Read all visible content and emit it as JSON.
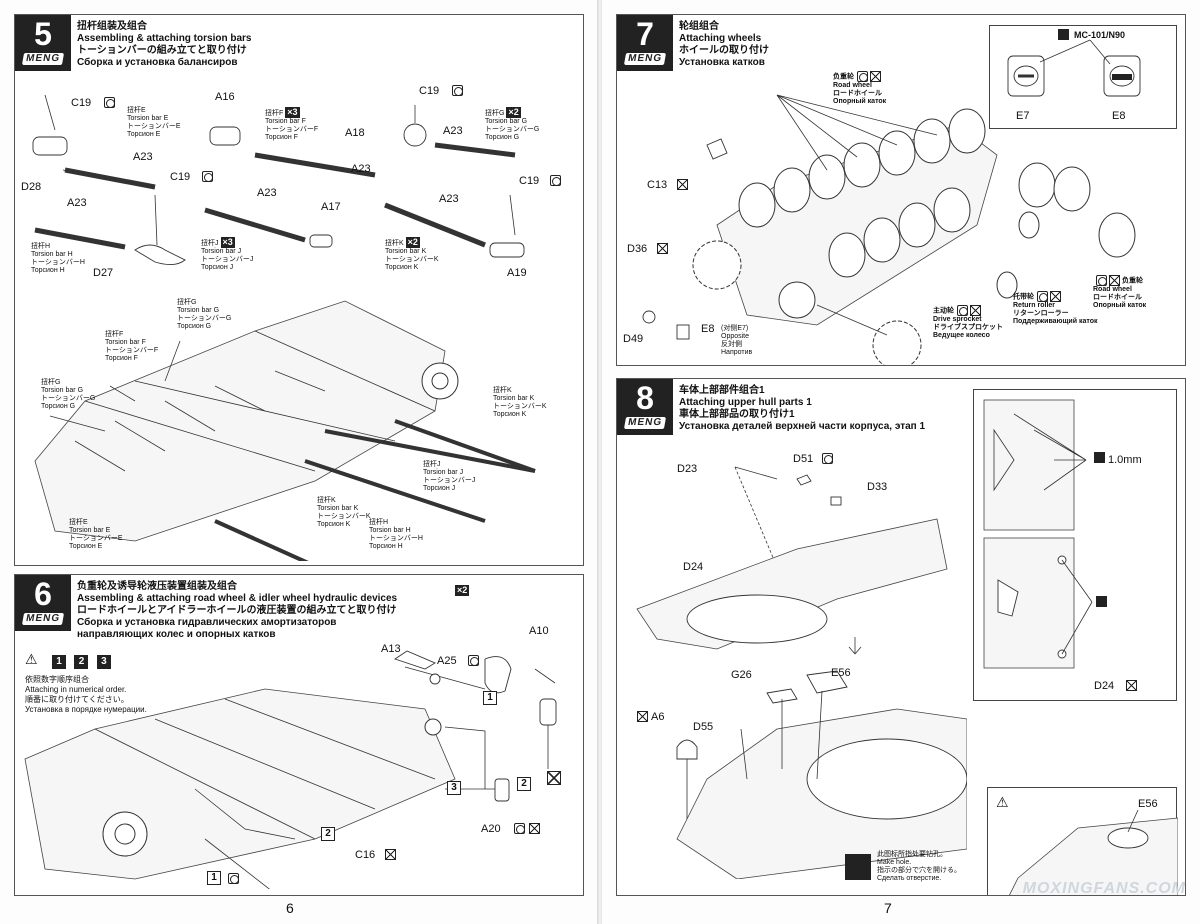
{
  "pages": {
    "left_number": "6",
    "right_number": "7"
  },
  "brand": "MENG",
  "step5": {
    "number": "5",
    "title_cn": "扭杆组装及组合",
    "title_en": "Assembling & attaching torsion bars",
    "title_jp": "トーションバーの組み立てと取り付け",
    "title_ru": "Сборка и установка балансиров",
    "labels": {
      "c19": "C19",
      "a23": "A23",
      "a16": "A16",
      "a17": "A17",
      "a18": "A18",
      "a19": "A19",
      "d27": "D27",
      "d28": "D28"
    },
    "bars": {
      "e": {
        "cn": "扭杆E",
        "en": "Torsion bar E",
        "jp": "トーションバーE",
        "ru": "Торсион E"
      },
      "f": {
        "cn": "扭杆F",
        "en": "Torsion bar F",
        "jp": "トーションバーF",
        "ru": "Торсион F",
        "qty": "×3"
      },
      "g": {
        "cn": "扭杆G",
        "en": "Torsion bar G",
        "jp": "トーションバーG",
        "ru": "Торсион G",
        "qty": "×2"
      },
      "h": {
        "cn": "扭杆H",
        "en": "Torsion bar H",
        "jp": "トーションバーH",
        "ru": "Торсион H"
      },
      "j": {
        "cn": "扭杆J",
        "en": "Torsion bar J",
        "jp": "トーションバーJ",
        "ru": "Торсион J",
        "qty": "×3"
      },
      "k": {
        "cn": "扭杆K",
        "en": "Torsion bar K",
        "jp": "トーションバーK",
        "ru": "Торсион K",
        "qty": "×2"
      }
    }
  },
  "step6": {
    "number": "6",
    "title_cn": "负重轮及诱导轮液压装置组装及组合",
    "title_en": "Assembling & attaching road wheel & idler wheel hydraulic devices",
    "title_jp": "ロードホイールとアイドラーホイールの液圧装置の組み立てと取り付け",
    "title_ru1": "Сборка и установка гидравлических амортизаторов",
    "title_ru2": "направляющих колес и опорных катков",
    "order_cn": "依照数字顺序组合",
    "order_en": "Attaching in numerical order.",
    "order_jp": "順番に取り付けてください。",
    "order_ru": "Установка в порядке нумерации.",
    "order_numbers": [
      "1",
      "2",
      "3"
    ],
    "qty": "×2",
    "labels": {
      "a13": "A13",
      "a25": "A25",
      "a10": "A10",
      "a20": "A20",
      "c16": "C16"
    },
    "callouts": [
      "1",
      "2",
      "3",
      "2",
      "1"
    ]
  },
  "step7": {
    "number": "7",
    "title_cn": "轮组组合",
    "title_en": "Attaching wheels",
    "title_jp": "ホイールの取り付け",
    "title_ru": "Установка катков",
    "road_wheel": {
      "cn": "负重轮",
      "en": "Road wheel",
      "jp": "ロードホイール",
      "ru": "Опорный каток"
    },
    "return_roller": {
      "cn": "托带轮",
      "en": "Return roller",
      "jp": "リターンローラー",
      "ru": "Поддерживающий каток"
    },
    "drive_sprocket": {
      "cn": "主动轮",
      "en": "Drive sprocket",
      "jp": "ドライブスプロケット",
      "ru": "Ведущее колесо"
    },
    "opposite": {
      "cn": "(对侧E7)",
      "en": "Opposite",
      "jp": "反対側",
      "ru": "Напротив"
    },
    "variant": "MC-101/N90",
    "labels": {
      "c13": "C13",
      "d36": "D36",
      "d49": "D49",
      "e8": "E8",
      "e7": "E7",
      "e8b": "E8"
    }
  },
  "step8": {
    "number": "8",
    "title_cn": "车体上部部件组合1",
    "title_en": "Attaching upper hull parts 1",
    "title_jp": "車体上部部品の取り付け1",
    "title_ru": "Установка деталей верхней части корпуса, этап 1",
    "drill": "1.0mm",
    "make_hole": {
      "cn": "此图标所指处要钻孔。",
      "en": "Make hole.",
      "jp": "指示の部分で穴を開ける。",
      "ru": "Сделать отверстие."
    },
    "labels": {
      "d23": "D23",
      "d51": "D51",
      "d33": "D33",
      "d24": "D24",
      "d24b": "D24",
      "g26": "G26",
      "e56": "E56",
      "e56b": "E56",
      "a6": "A6",
      "d55": "D55"
    }
  },
  "watermark": "MOXINGFANS.COM"
}
